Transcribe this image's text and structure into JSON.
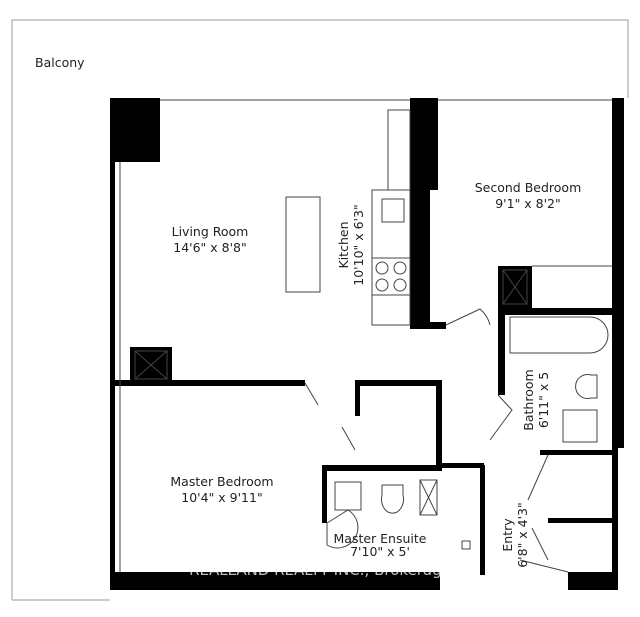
{
  "rooms": {
    "balcony": {
      "name": "Balcony"
    },
    "living": {
      "name": "Living Room",
      "size": "14'6\" x 8'8\""
    },
    "kitchen": {
      "name": "Kitchen",
      "size": "10'10\" x 6'3\""
    },
    "second_bedroom": {
      "name": "Second Bedroom",
      "size": "9'1\" x 8'2\""
    },
    "bathroom": {
      "name": "Bathroom",
      "size": "6'11\" x 5"
    },
    "master_bedroom": {
      "name": "Master Bedroom",
      "size": "10'4\" x 9'11\""
    },
    "master_ensuite": {
      "name": "Master Ensuite",
      "size": "7'10\" x 5'"
    },
    "entry": {
      "name": "Entry",
      "size": "6'8\" x 4'3\""
    }
  },
  "watermark": "REALLAND REALTY INC., Brokerage",
  "colors": {
    "wall": "#000000",
    "line": "#444444",
    "balcony_line": "#bbbbbb"
  }
}
